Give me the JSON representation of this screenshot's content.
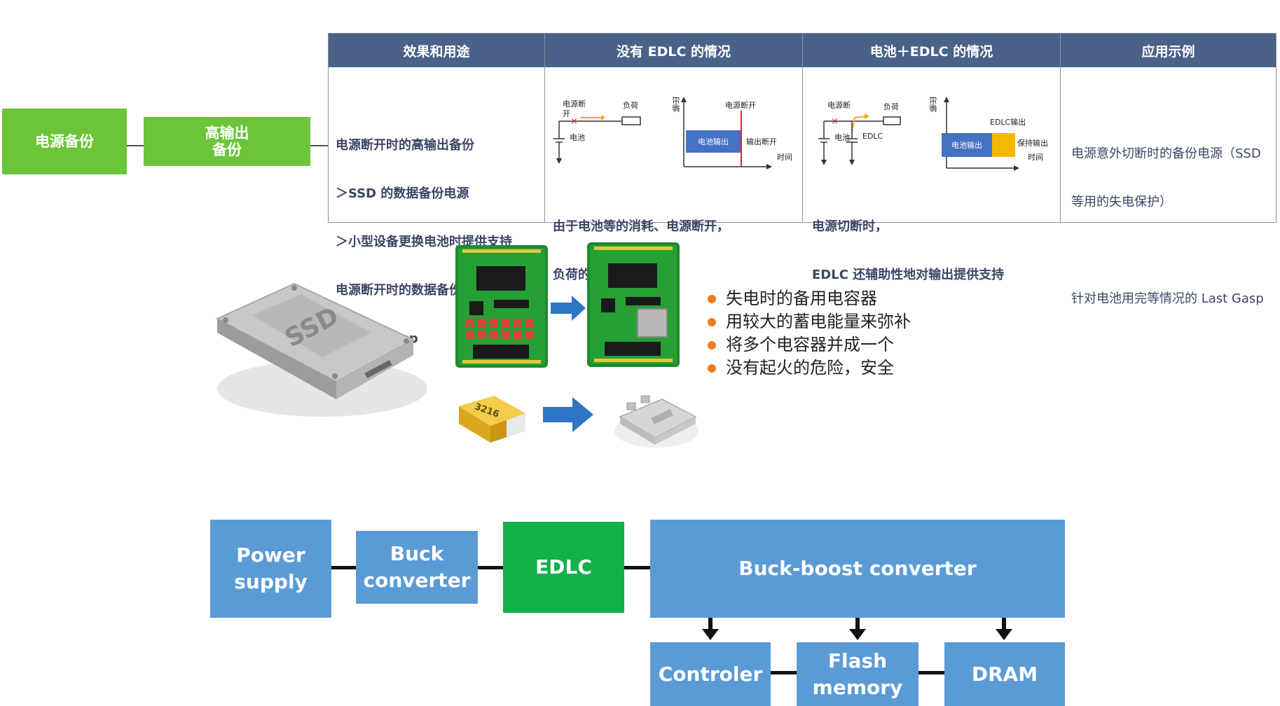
{
  "left": {
    "box1": "电源备份",
    "box2_line1": "高输出",
    "box2_line2": "备份"
  },
  "table": {
    "headers": [
      "效果和用途",
      "没有 EDLC 的情况",
      "电池＋EDLC 的情况",
      "应用示例"
    ],
    "col1_lines": [
      "电源断开时的高输出备份",
      "＞SSD 的数据备份电源",
      "＞小型设备更换电池时提供支持",
      "电源断开时的数据备份用电源",
      "＞Last Gasp"
    ],
    "col2_caption": [
      "由于电池等的消耗、电源断开，",
      "负荷的功能完全停止"
    ],
    "col3_caption": [
      "电源切断时，",
      "EDLC 还辅助性地对输出提供支持"
    ],
    "col4_lines": [
      "电源意外切断时的备份电源（SSD",
      "等用的失电保护）",
      "",
      "针对电池用完等情况的 Last Gasp"
    ],
    "diag2": {
      "power_cut": "电源断",
      "power_cut2": "开",
      "load": "负荷",
      "battery": "电池",
      "output_axis": "输出",
      "power_disconnect": "电源断开",
      "battery_output": "电池输出",
      "output_cut": "输出断开",
      "time": "时间"
    },
    "diag3": {
      "power_cut": "电源断",
      "load": "负荷",
      "battery": "电池",
      "edlc": "EDLC",
      "output_axis": "输出",
      "edlc_output": "EDLC输出",
      "battery_output": "电池输出",
      "keep_output": "保持输出",
      "time": "时间"
    }
  },
  "ssd_label": "SSD",
  "capacitor_label": "3216",
  "bullets": [
    "失电时的备用电容器",
    "用较大的蓄电能量来弥补",
    "将多个电容器并成一个",
    "没有起火的危险，安全"
  ],
  "blocks": {
    "power_supply": [
      "Power",
      "supply"
    ],
    "buck": [
      "Buck",
      "converter"
    ],
    "edlc": "EDLC",
    "buck_boost": "Buck-boost converter",
    "controller": "Controler",
    "flash": [
      "Flash",
      "memory"
    ],
    "dram": "DRAM"
  },
  "colors": {
    "green": "#6cc43a",
    "header": "#4a6287",
    "block_blue": "#5b9bd5",
    "block_green": "#12b14a",
    "bullet": "#f07c20"
  }
}
